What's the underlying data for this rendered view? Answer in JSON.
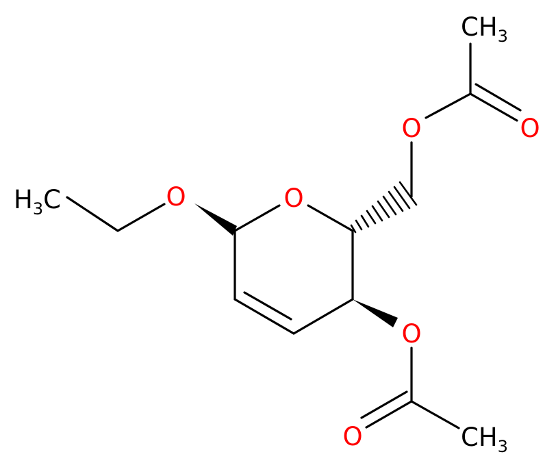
{
  "molecule": {
    "atoms": {
      "ch3_left": {
        "main": "H",
        "sub": "3",
        "tail": "C"
      },
      "o_ether": {
        "label": "O"
      },
      "o_ring": {
        "label": "O"
      },
      "o_top_ester": {
        "label": "O"
      },
      "o_top_carb": {
        "label": "O"
      },
      "ch3_top": {
        "main": "CH",
        "sub": "3"
      },
      "o_bot_ester": {
        "label": "O"
      },
      "o_bot_carb": {
        "label": "O"
      },
      "ch3_bot": {
        "main": "CH",
        "sub": "3"
      }
    },
    "colors": {
      "bond": "#000000",
      "oxygen": "#ff0000",
      "carbon_label": "#000000"
    }
  }
}
